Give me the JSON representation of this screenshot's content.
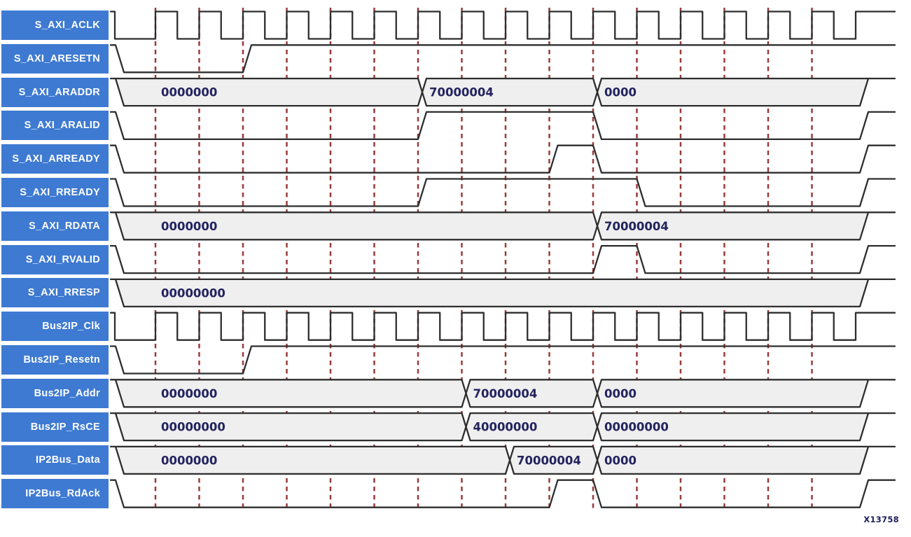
{
  "figure": {
    "id_label": "X13758"
  },
  "colors": {
    "label_bg": "#3e7ad2",
    "label_text": "#ffffff",
    "wave_line": "#2e2e2e",
    "bus_fill": "#efefef",
    "grid_dash": "#993b39",
    "value_text": "#23235f",
    "figure_text": "#1e1e5a"
  },
  "timing": {
    "gridline_count": 16,
    "rows": [
      {
        "label": "S_AXI_ACLK",
        "type": "clock"
      },
      {
        "label": "S_AXI_ARESETN",
        "type": "signal",
        "transitions": [
          {
            "at": "start",
            "to": "low"
          },
          {
            "at": 2,
            "to": "high"
          }
        ]
      },
      {
        "label": "S_AXI_ARADDR",
        "type": "bus",
        "values": [
          {
            "text": "0000000",
            "to": 6
          },
          {
            "text": "70000004",
            "to": 10
          },
          {
            "text": "0000",
            "to": "end"
          }
        ]
      },
      {
        "label": "S_AXI_ARALID",
        "type": "signal",
        "transitions": [
          {
            "at": "start",
            "to": "low"
          },
          {
            "at": 6,
            "to": "high"
          },
          {
            "at": 10,
            "to": "low"
          },
          {
            "at": "end",
            "to": "high"
          }
        ]
      },
      {
        "label": "S_AXI_ARREADY",
        "type": "signal",
        "transitions": [
          {
            "at": "start",
            "to": "low"
          },
          {
            "at": 9,
            "to": "high"
          },
          {
            "at": 10,
            "to": "low"
          },
          {
            "at": "end",
            "to": "high"
          }
        ]
      },
      {
        "label": "S_AXI_RREADY",
        "type": "signal",
        "transitions": [
          {
            "at": "start",
            "to": "low"
          },
          {
            "at": 6,
            "to": "high"
          },
          {
            "at": 11,
            "to": "low"
          },
          {
            "at": "end",
            "to": "high"
          }
        ]
      },
      {
        "label": "S_AXI_RDATA",
        "type": "bus",
        "values": [
          {
            "text": "0000000",
            "to": 10
          },
          {
            "text": "70000004",
            "to": "end"
          }
        ]
      },
      {
        "label": "S_AXI_RVALID",
        "type": "signal",
        "transitions": [
          {
            "at": "start",
            "to": "low"
          },
          {
            "at": 10,
            "to": "high"
          },
          {
            "at": 11,
            "to": "low"
          },
          {
            "at": "end",
            "to": "high"
          }
        ]
      },
      {
        "label": "S_AXI_RRESP",
        "type": "bus",
        "values": [
          {
            "text": "00000000",
            "to": "end"
          }
        ]
      },
      {
        "label": "Bus2IP_Clk",
        "type": "clock"
      },
      {
        "label": "Bus2IP_Resetn",
        "type": "signal",
        "transitions": [
          {
            "at": "start",
            "to": "low"
          },
          {
            "at": 2,
            "to": "high"
          }
        ]
      },
      {
        "label": "Bus2IP_Addr",
        "type": "bus",
        "values": [
          {
            "text": "0000000",
            "to": 7
          },
          {
            "text": "70000004",
            "to": 10
          },
          {
            "text": "0000",
            "to": "end"
          }
        ]
      },
      {
        "label": "Bus2IP_RsCE",
        "type": "bus",
        "values": [
          {
            "text": "00000000",
            "to": 7
          },
          {
            "text": "40000000",
            "to": 10
          },
          {
            "text": "00000000",
            "to": "end"
          }
        ]
      },
      {
        "label": "IP2Bus_Data",
        "type": "bus",
        "values": [
          {
            "text": "0000000",
            "to": 8
          },
          {
            "text": "70000004",
            "to": 10
          },
          {
            "text": "0000",
            "to": "end"
          }
        ]
      },
      {
        "label": "IP2Bus_RdAck",
        "type": "signal",
        "transitions": [
          {
            "at": "start",
            "to": "low"
          },
          {
            "at": 9,
            "to": "high"
          },
          {
            "at": 10,
            "to": "low"
          },
          {
            "at": "end",
            "to": "high"
          }
        ]
      }
    ]
  }
}
